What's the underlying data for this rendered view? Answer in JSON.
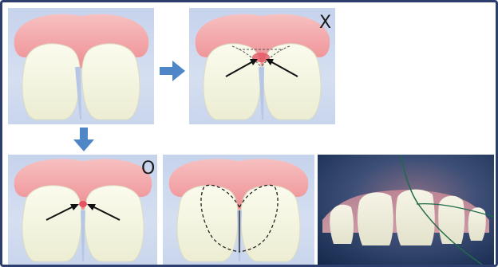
{
  "figure": {
    "marks": {
      "incorrect": "X",
      "correct": "O"
    },
    "panels": [
      {
        "id": "panel-1",
        "state": "gap-between-teeth"
      },
      {
        "id": "panel-2",
        "state": "incorrect-pinched-papilla",
        "mark": "X"
      },
      {
        "id": "panel-3",
        "state": "correct-filled-papilla",
        "mark": "O"
      },
      {
        "id": "panel-4",
        "state": "tooth-outline-dashed"
      },
      {
        "id": "panel-5",
        "state": "clinical-photo"
      }
    ],
    "colors": {
      "frame": "#2c3e6e",
      "panel_bg": "#cfdaef",
      "gum": "#f2a3a6",
      "tooth": "#f6f5e4",
      "flow_arrow": "#4e86c8",
      "photo_bg": "#1d3b63"
    },
    "icons": {
      "flow_right": "right-arrow-icon",
      "flow_down": "down-arrow-icon"
    }
  }
}
